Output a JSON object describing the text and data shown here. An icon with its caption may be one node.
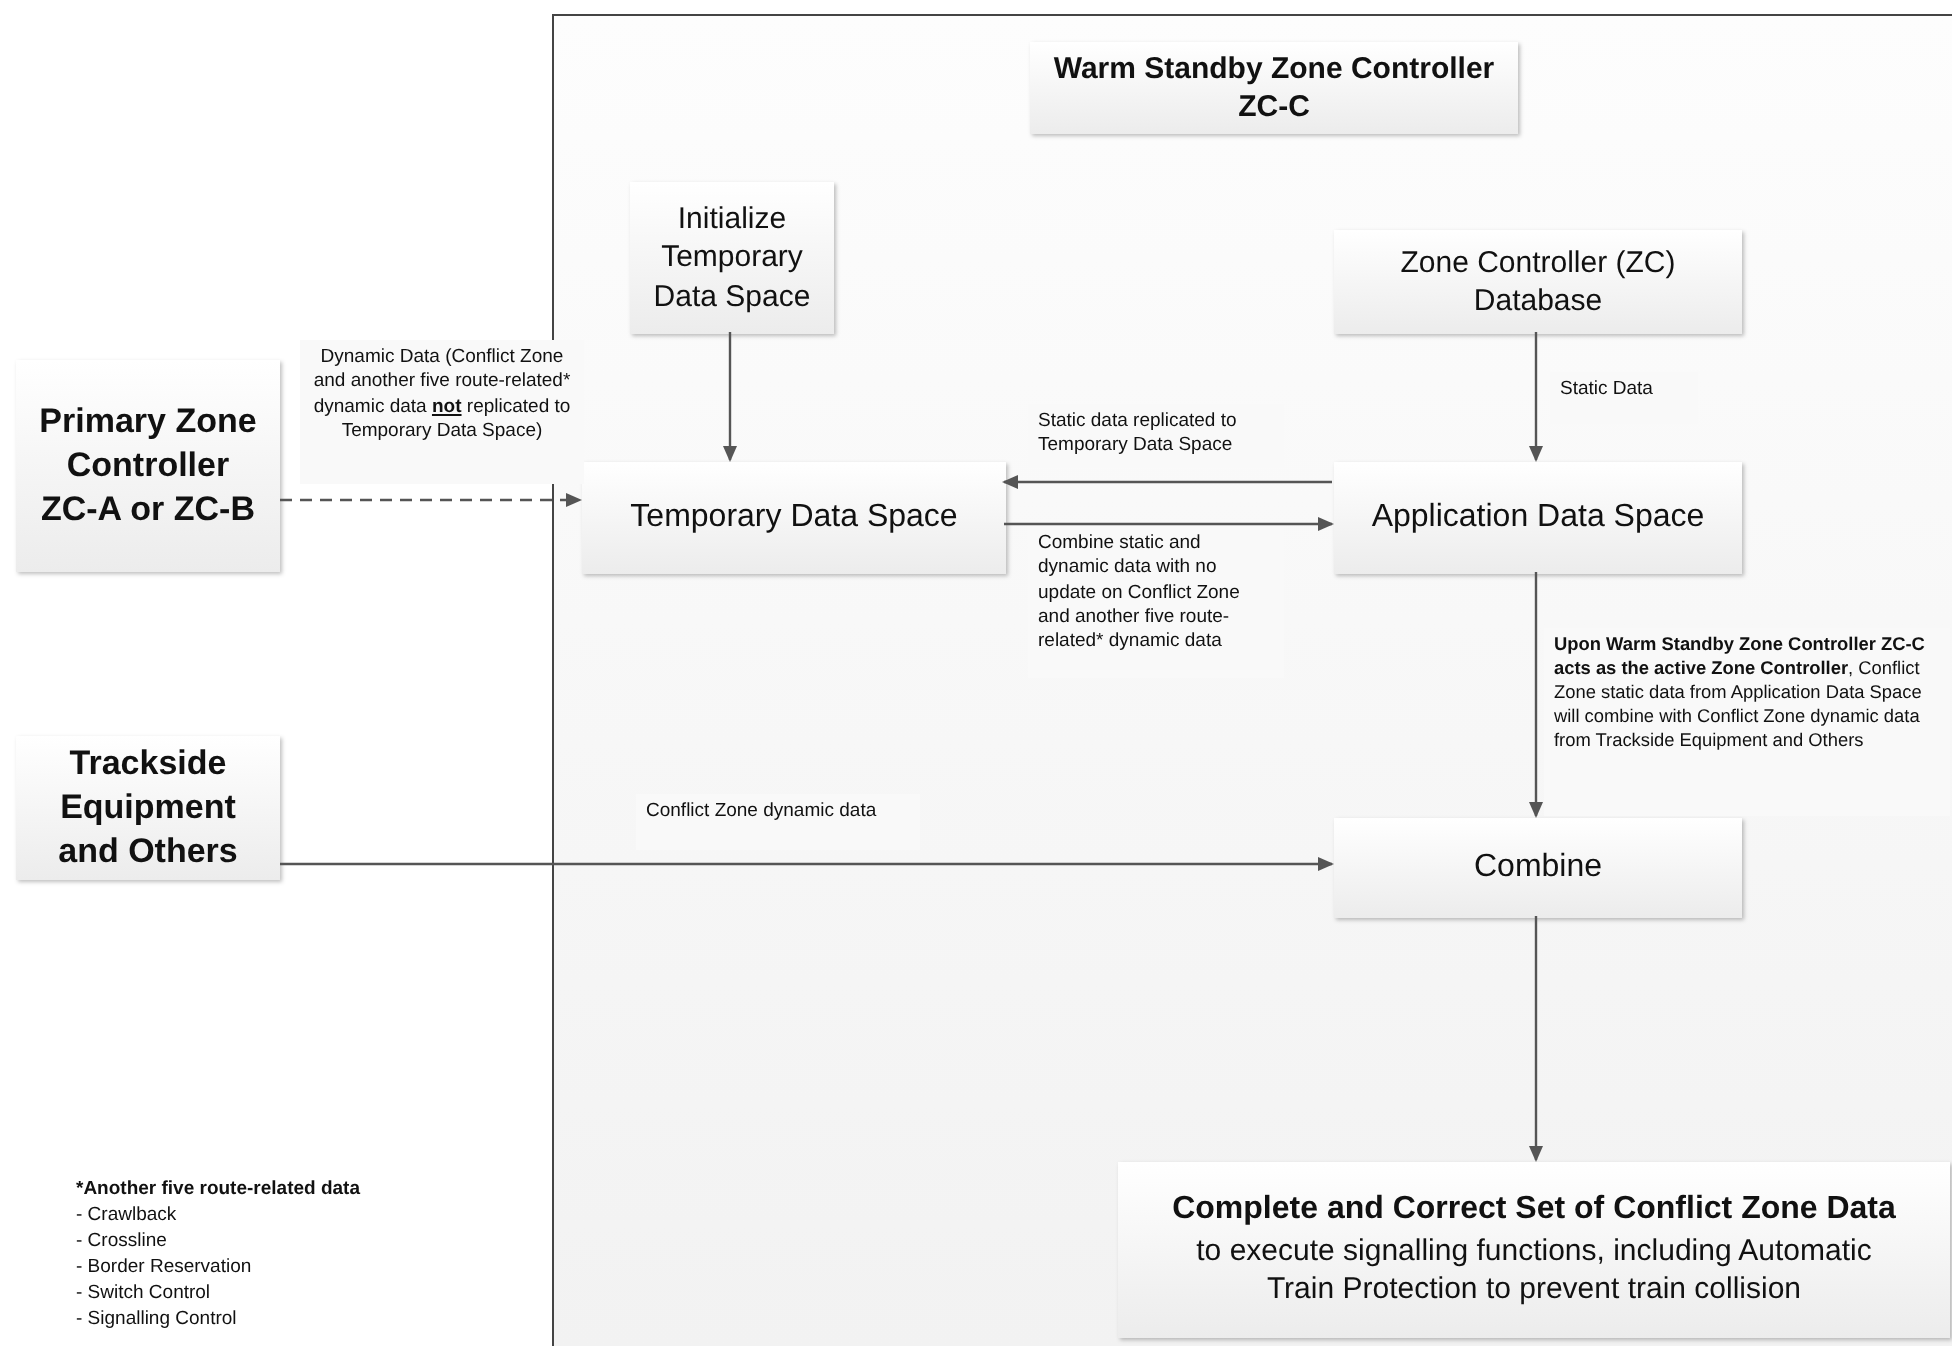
{
  "diagram": {
    "nodes": [
      {
        "text": [],
        "shape": "box"
      },
      {
        "text": [
          "Warm Standby Zone Controller ZC-C"
        ],
        "in": 0
      },
      {
        "text": [
          "Primary Zone Controller ZC-A or ZC-B"
        ]
      },
      {
        "text": [
          "Trackside Equipment and Others"
        ]
      },
      {
        "text": [
          "Initialize Temporary Data Space"
        ],
        "in": 0
      },
      {
        "text": [
          "Zone Controller (ZC) Database"
        ],
        "in": 0
      },
      {
        "text": [
          "Temporary Data Space"
        ],
        "in": 0
      },
      {
        "text": [
          "Application Data Space"
        ],
        "in": 0
      },
      {
        "text": [
          "Combine"
        ],
        "in": 0
      },
      {
        "text": [
          "Complete and Correct Set of Conflict Zone Data",
          "to execute signalling functions, including Automatic Train Protection to prevent train collision"
        ],
        "in": 0
      }
    ],
    "edges": [
      {
        "from": 2,
        "to": 6,
        "arrow": "to",
        "style": "dashed",
        "label": "Dynamic Data (Conflict Zone and another five route-related* dynamic data **not** replicated to Temporary Data Space)"
      },
      {
        "from": 4,
        "to": 6,
        "arrow": "to"
      },
      {
        "from": 5,
        "to": 7,
        "arrow": "to",
        "label": "Static Data"
      },
      {
        "from": 7,
        "to": 6,
        "arrow": "to",
        "label": "Static data replicated to Temporary Data Space"
      },
      {
        "from": 6,
        "to": 7,
        "arrow": "to",
        "label": "Combine static and dynamic data with no update on Conflict Zone and another five route-related* dynamic data"
      },
      {
        "from": 7,
        "to": 8,
        "arrow": "to",
        "label": "**Upon Warm Standby Zone Controller ZC-C acts as the active Zone Controller**, Conflict Zone static data from Application Data Space will combine with Conflict Zone dynamic data from Trackside Equipment and Others"
      },
      {
        "from": 3,
        "to": 8,
        "arrow": "to",
        "label": "Conflict Zone dynamic data"
      },
      {
        "from": 8,
        "to": 9,
        "arrow": "to"
      }
    ],
    "labels": [
      "*Another five route-related data",
      "- Crawlback",
      "- Crossline",
      "- Border Reservation",
      "- Switch Control",
      "- Signalling Control"
    ]
  }
}
